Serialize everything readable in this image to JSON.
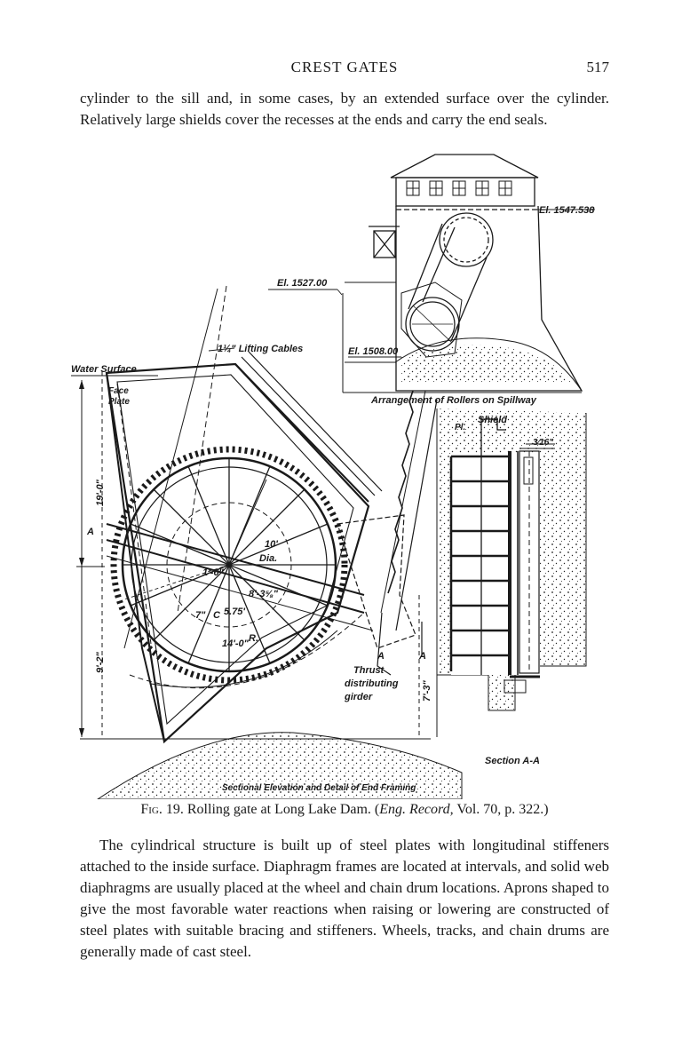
{
  "header": {
    "running_title": "CREST GATES",
    "page_number": "517"
  },
  "paragraph_1": "cylinder to the sill and, in some cases, by an extended surface over the cylinder. Relatively large shields cover the recesses at the ends and carry the end seals.",
  "figure": {
    "labels": {
      "el_top": "El. 1547.538",
      "el_mid": "El. 1527.00",
      "el_low": "El. 1508.00",
      "lifting_cables": "1¼\" Lifting Cables",
      "water_surface": "Water Surface",
      "face": "Face",
      "plate": "Plate",
      "arrangement": "Arrangement of Rollers on Spillway",
      "shield": "Shield",
      "pl": "Pl.",
      "three_sixteenths": "3⁄16\"",
      "dim_19_0": "19'-0\"",
      "dim_9_2": "9'-2\"",
      "dim_7_3": "7'-3\"",
      "a_left": "A",
      "a_right_1": "A",
      "a_right_2": "A",
      "dia": "Dia.",
      "r": "R.",
      "d_1_6": "1'-6\"",
      "d_8_3": "8'-3⅝\"",
      "d_7": "7\"",
      "d_c": "C",
      "d_5_75": "5.75'",
      "d_14_0": "14'-0\"",
      "d_10": "10'",
      "thrust": "Thrust",
      "distributing": "distributing",
      "girder": "girder",
      "section_aa": "Section A-A",
      "sectional_elevation": "Sectional Elevation and Detail of End Framing"
    }
  },
  "caption": {
    "fig_label": "Fig. 19.",
    "text": " Rolling gate at Long Lake Dam. (",
    "source": "Eng. Record,",
    "details": " Vol. 70, p. 322.)"
  },
  "paragraph_2": "The cylindrical structure is built up of steel plates with longitudinal stiffeners attached to the inside surface. Diaphragm frames are located at intervals, and solid web diaphragms are usually placed at the wheel and chain drum locations. Aprons shaped to give the most favorable water reactions when raising or lowering are constructed of steel plates with suitable bracing and stiffeners. Wheels, tracks, and chain drums are generally made of cast steel."
}
